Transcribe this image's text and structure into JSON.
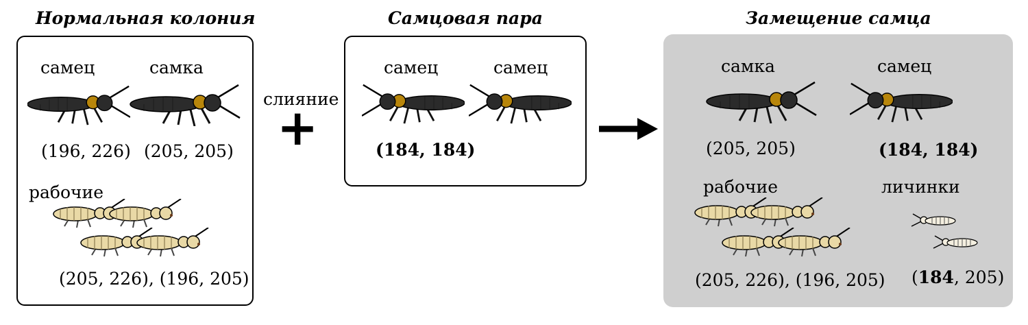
{
  "panels": [
    {
      "title": "Нормальная колония",
      "male_label": "самец",
      "female_label": "самка",
      "male_genotype": "(196, 226)",
      "female_genotype": "(205, 205)",
      "workers_label": "рабочие",
      "workers_genotype": "(205, 226), (196, 205)"
    },
    {
      "title": "Самцовая пара",
      "male1_label": "самец",
      "male2_label": "самец",
      "pair_genotype": "(184, 184)"
    },
    {
      "title": "Замещение самца",
      "female_label": "самка",
      "male_label": "самец",
      "female_genotype": "(205, 205)",
      "male_genotype": "(184, 184)",
      "workers_label": "рабочие",
      "larvae_label": "личинки",
      "workers_genotype": "(205, 226), (196, 205)",
      "larvae_genotype_open": "(",
      "larvae_genotype_bold": "184",
      "larvae_genotype_rest": ", 205)"
    }
  ],
  "connectors": {
    "fusion_label": "слияние",
    "plus_symbol": "+",
    "arrow_symbol": "→"
  },
  "colors": {
    "reproductive_body": "#2b2b2b",
    "reproductive_thorax": "#b8860b",
    "worker_body": "#e9d9a6",
    "panel_shade": "#cfcfcf"
  }
}
